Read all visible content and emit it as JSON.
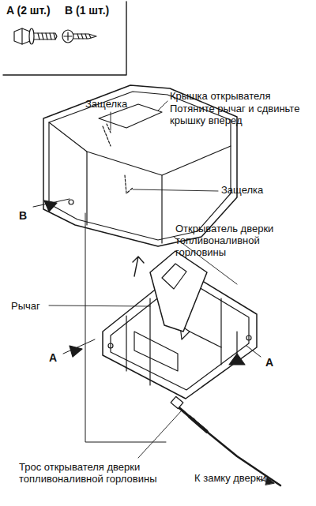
{
  "diagram": {
    "labels": [
      "A (2 шт.)",
      "B (1 шт.)",
      "Защелка",
      "Крышка открывателя",
      "Потяните рычаг и сдвиньте крышку вперед",
      "Защелка",
      "B",
      "Открыватель дверки топливоналивной горловины",
      "Рычаг",
      "A",
      "A",
      "Трос открывателя дверки топливоналивной горловины",
      "К замку дверки"
    ]
  }
}
